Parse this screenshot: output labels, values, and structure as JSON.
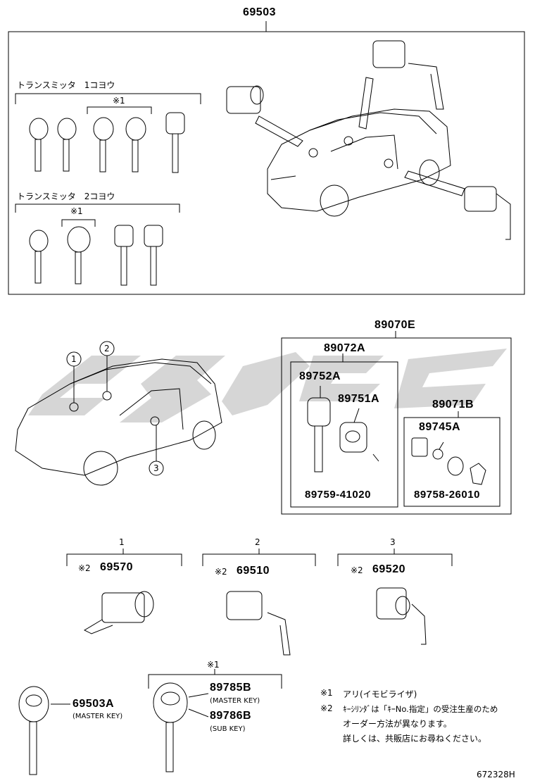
{
  "assembly": {
    "top_number": "69503",
    "transmitter_1_label": "トランスミッタ　1コヨウ",
    "transmitter_2_label": "トランスミッタ　2コヨウ",
    "mark_1a": "※1",
    "mark_1b": "※1"
  },
  "kit": {
    "number": "89070E",
    "sub_a": "89072A",
    "key_a": "89752A",
    "case_a": "89751A",
    "screw": "89759-41020",
    "sub_b": "89071B",
    "part_b": "89745A",
    "part_b2": "89758-26010"
  },
  "locations": {
    "callout_1": "1",
    "callout_2": "2",
    "callout_3": "3"
  },
  "cylinders": {
    "c1_label": "1",
    "c1_mark": "※2",
    "c1_number": "69570",
    "c2_label": "2",
    "c2_mark": "※2",
    "c2_number": "69510",
    "c3_label": "3",
    "c3_mark": "※2",
    "c3_number": "69520"
  },
  "keys": {
    "master_number": "69503A",
    "master_label": "(MASTER KEY)",
    "group_mark": "※1",
    "master2_number": "89785B",
    "master2_label": "(MASTER KEY)",
    "sub_number": "89786B",
    "sub_label": "(SUB KEY)"
  },
  "notes": {
    "note1_mark": "※1",
    "note1_text": "アリ(イモビライザ)",
    "note2_mark": "※2",
    "note2_line1": "ｷｰｼﾘﾝﾀﾞは「ｷｰNo.指定」の受注生産のため",
    "note2_line2": "オーダー方法が異なります。",
    "note2_line3": "詳しくは、共販店にお尋ねください。"
  },
  "footer": {
    "diagram_id": "672328H"
  }
}
